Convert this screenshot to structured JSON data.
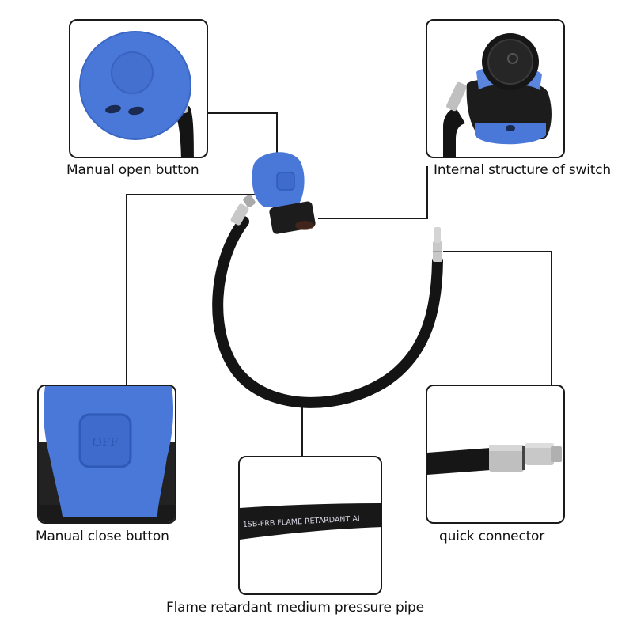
{
  "diagram": {
    "subject": "gas regulator valve with flame retardant hose",
    "colors": {
      "valve_blue": "#4a78d8",
      "valve_blue_dark": "#2f5ab8",
      "hose_black": "#141414",
      "metal": "#c8c8c8",
      "leader_line": "#1a1a1a",
      "frame_border": "#1a1a1a",
      "background": "#ffffff"
    },
    "callouts": [
      {
        "id": "manual-open-button",
        "label": "Manual open button",
        "position": "top-left"
      },
      {
        "id": "internal-structure",
        "label": "Internal structure of switch",
        "position": "top-right"
      },
      {
        "id": "manual-close-button",
        "label": "Manual close button",
        "position": "bottom-left",
        "button_marking": "OFF"
      },
      {
        "id": "pipe",
        "label": "Flame retardant medium pressure pipe",
        "position": "bottom-center",
        "hose_print": "1SB-FRB FLAME RETARDANT AI"
      },
      {
        "id": "quick-connector",
        "label": "quick connector",
        "position": "bottom-right"
      }
    ]
  }
}
